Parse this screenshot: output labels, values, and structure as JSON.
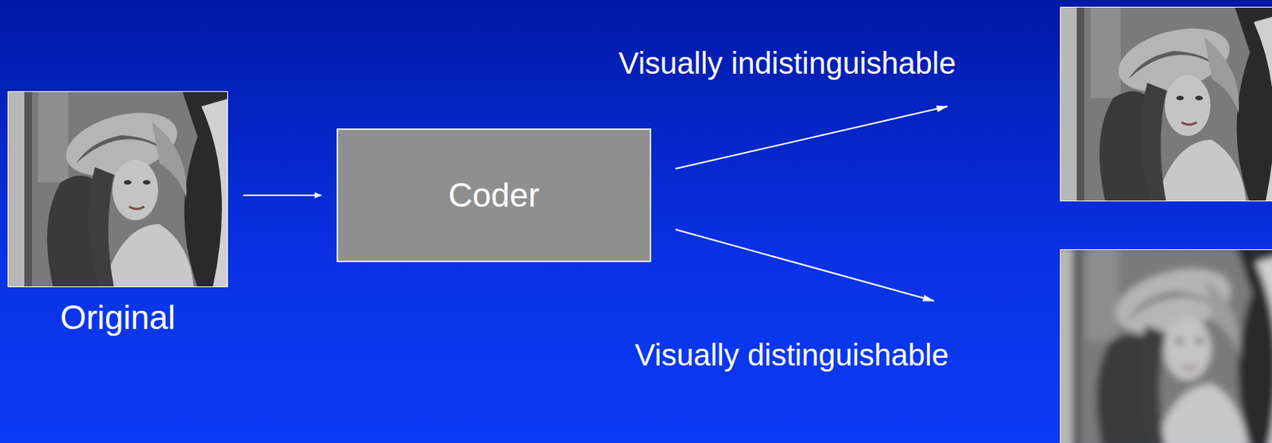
{
  "diagram": {
    "nodes": [
      {
        "text": [
          "Original"
        ]
      },
      {
        "text": [
          "Coder"
        ]
      }
    ],
    "edges": [
      {
        "from": 0,
        "to": 1,
        "arrow": "to"
      }
    ],
    "labels": [
      "Visually indistinguishable",
      "Visually distinguishable"
    ]
  }
}
